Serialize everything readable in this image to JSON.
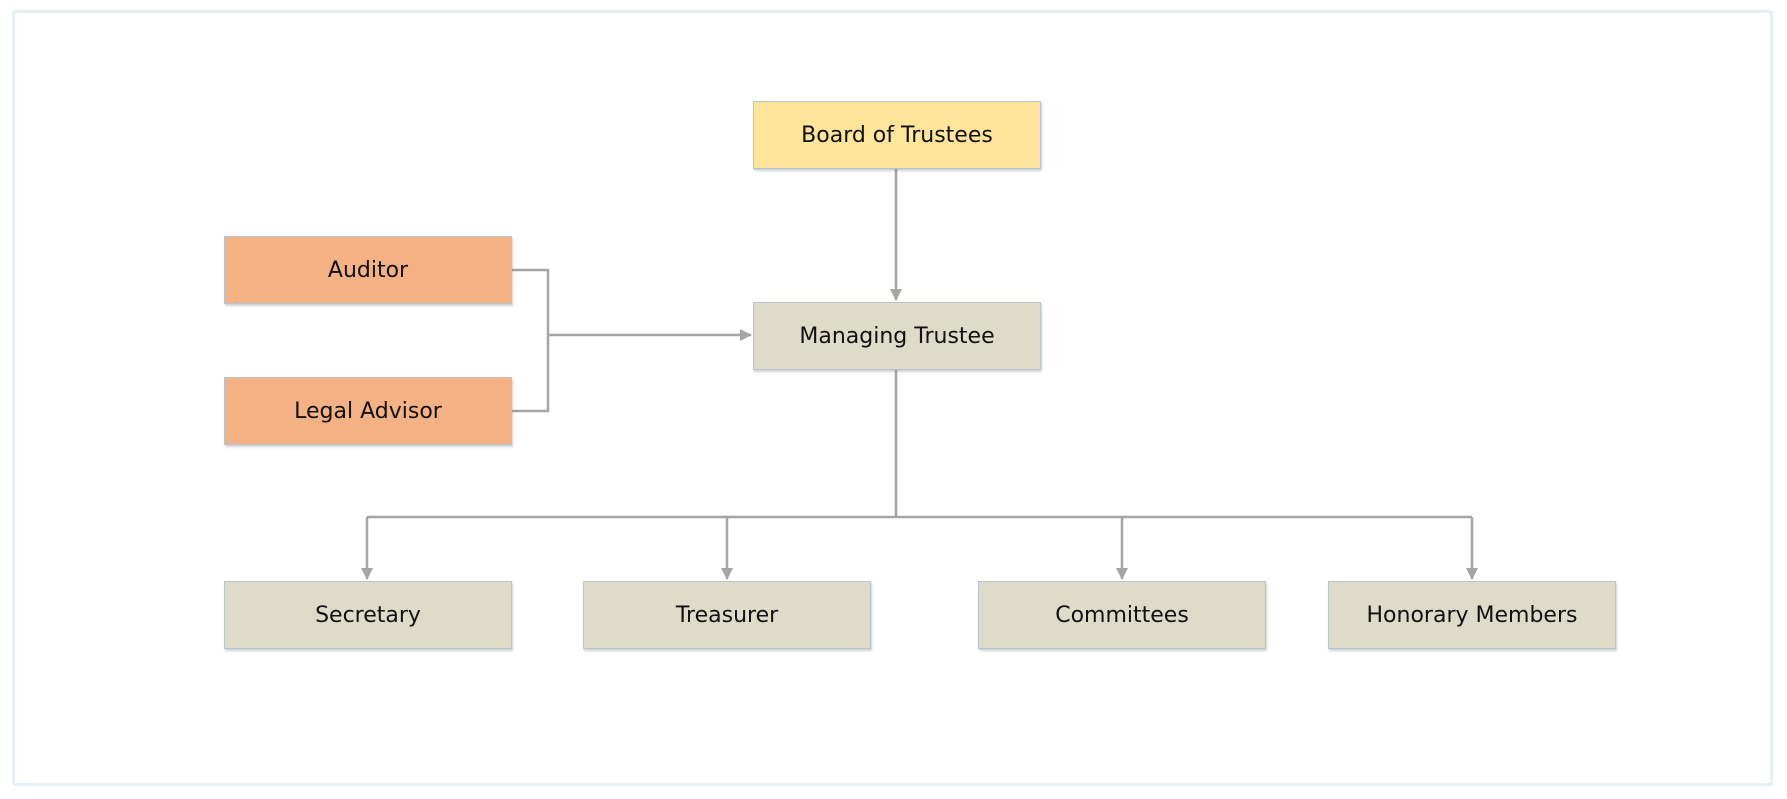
{
  "colors": {
    "board": "#fee599",
    "advisor": "#f4b183",
    "staff": "#dedbc8",
    "connector": "#a5a5a5"
  },
  "nodes": {
    "board": "Board of Trustees",
    "auditor": "Auditor",
    "legal": "Legal Advisor",
    "managing": "Managing Trustee",
    "secretary": "Secretary",
    "treasurer": "Treasurer",
    "committees": "Committees",
    "honorary": "Honorary Members"
  },
  "edges": [
    {
      "from": "Board of Trustees",
      "to": "Managing Trustee"
    },
    {
      "from": "Auditor",
      "to": "Managing Trustee"
    },
    {
      "from": "Legal Advisor",
      "to": "Managing Trustee"
    },
    {
      "from": "Managing Trustee",
      "to": "Secretary"
    },
    {
      "from": "Managing Trustee",
      "to": "Treasurer"
    },
    {
      "from": "Managing Trustee",
      "to": "Committees"
    },
    {
      "from": "Managing Trustee",
      "to": "Honorary Members"
    }
  ]
}
